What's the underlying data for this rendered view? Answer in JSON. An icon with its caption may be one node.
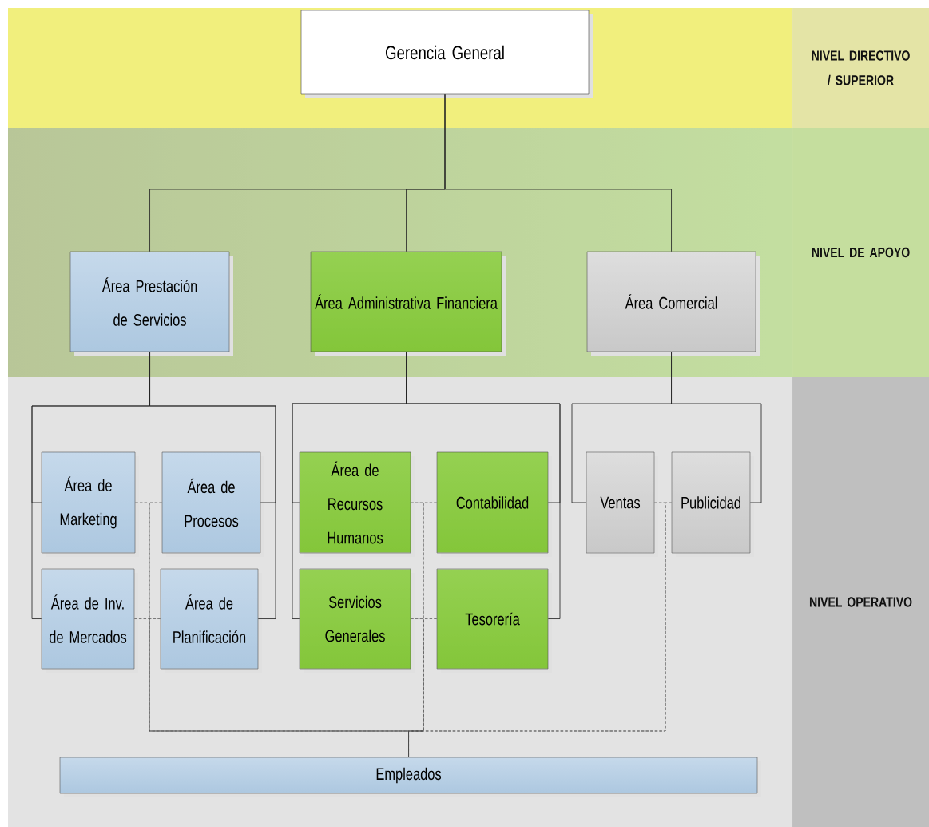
{
  "diagram": {
    "nodes": [
      {
        "text": [
          "Gerencia General"
        ]
      },
      {
        "text": [
          "Área Prestación de Servicios"
        ]
      },
      {
        "text": [
          "Área Administrativa Financiera"
        ]
      },
      {
        "text": [
          "Área Comercial"
        ]
      },
      {
        "text": [
          "Área de Marketing"
        ]
      },
      {
        "text": [
          "Área de Procesos"
        ]
      },
      {
        "text": [
          "Área de Recursos Humanos"
        ]
      },
      {
        "text": [
          "Contabilidad"
        ]
      },
      {
        "text": [
          "Ventas"
        ]
      },
      {
        "text": [
          "Publicidad"
        ]
      },
      {
        "text": [
          "Área de Inv. de Mercados"
        ]
      },
      {
        "text": [
          "Área de Planificación"
        ]
      },
      {
        "text": [
          "Servicios Generales"
        ]
      },
      {
        "text": [
          "Tesorería"
        ]
      },
      {
        "text": [
          "Empleados"
        ]
      },
      {
        "text": [
          "NIVEL DIRECTIVO / SUPERIOR"
        ]
      },
      {
        "text": [
          "NIVEL DE APOYO"
        ]
      },
      {
        "text": [
          "NIVEL OPERATIVO"
        ]
      }
    ],
    "edges": [
      {
        "from": 0,
        "to": 1,
        "arrow": "none"
      },
      {
        "from": 0,
        "to": 2,
        "arrow": "none"
      },
      {
        "from": 0,
        "to": 3,
        "arrow": "none"
      },
      {
        "from": 1,
        "to": 4,
        "arrow": "none"
      },
      {
        "from": 1,
        "to": 5,
        "arrow": "none"
      },
      {
        "from": 1,
        "to": 10,
        "arrow": "none"
      },
      {
        "from": 1,
        "to": 11,
        "arrow": "none"
      },
      {
        "from": 2,
        "to": 6,
        "arrow": "none"
      },
      {
        "from": 2,
        "to": 7,
        "arrow": "none"
      },
      {
        "from": 2,
        "to": 12,
        "arrow": "none"
      },
      {
        "from": 2,
        "to": 13,
        "arrow": "none"
      },
      {
        "from": 3,
        "to": 8,
        "arrow": "none"
      },
      {
        "from": 3,
        "to": 9,
        "arrow": "none"
      },
      {
        "from": 4,
        "to": 14,
        "arrow": "none",
        "style": "dashed"
      },
      {
        "from": 5,
        "to": 14,
        "arrow": "none",
        "style": "dashed"
      },
      {
        "from": 10,
        "to": 14,
        "arrow": "none",
        "style": "dashed"
      },
      {
        "from": 11,
        "to": 14,
        "arrow": "none",
        "style": "dashed"
      },
      {
        "from": 6,
        "to": 14,
        "arrow": "none",
        "style": "dashed"
      },
      {
        "from": 7,
        "to": 14,
        "arrow": "none",
        "style": "dashed"
      },
      {
        "from": 12,
        "to": 14,
        "arrow": "none",
        "style": "dashed"
      },
      {
        "from": 13,
        "to": 14,
        "arrow": "none",
        "style": "dashed"
      },
      {
        "from": 8,
        "to": 14,
        "arrow": "none",
        "style": "dashed"
      },
      {
        "from": 9,
        "to": 14,
        "arrow": "none",
        "style": "dashed"
      }
    ]
  }
}
